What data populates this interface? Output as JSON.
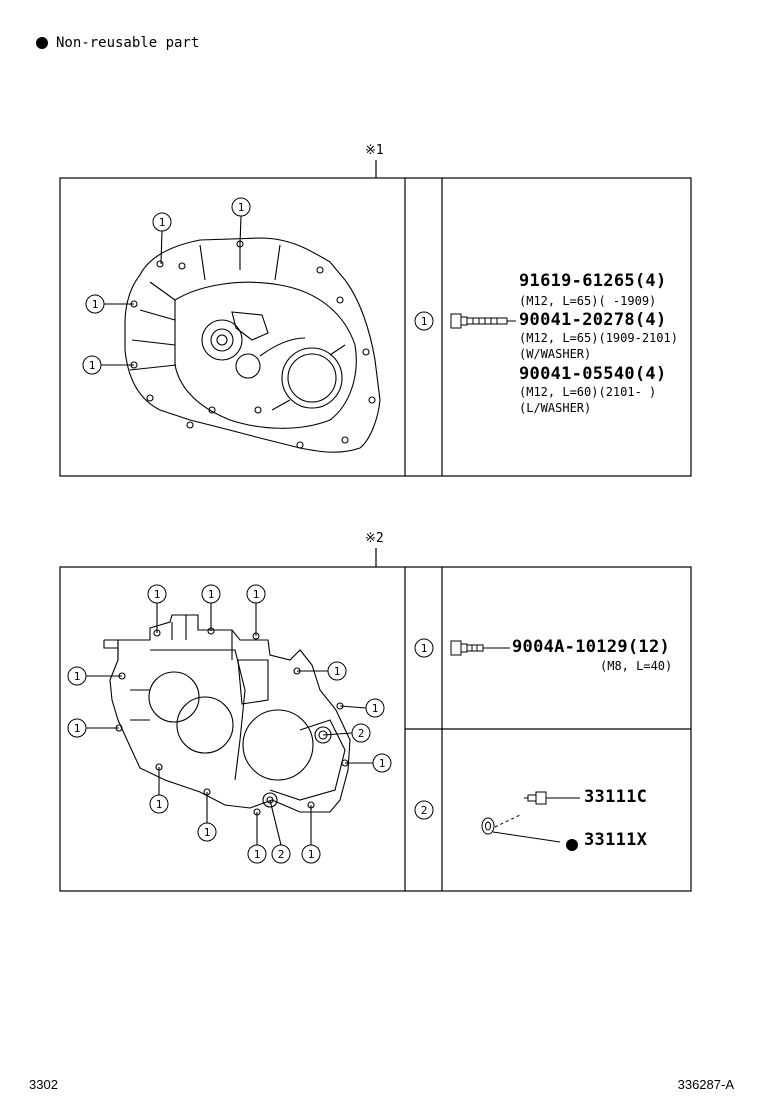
{
  "legend": {
    "label": "Non-reusable part"
  },
  "section1": {
    "marker": "※1",
    "callout": "1",
    "parts": [
      {
        "number": "91619-61265(4)",
        "spec": "(M12, L=65)(      -1909)"
      },
      {
        "number": "90041-20278(4)",
        "spec": "(M12, L=65)(1909-2101)",
        "note": "(W/WASHER)"
      },
      {
        "number": "90041-05540(4)",
        "spec": "(M12, L=60)(2101-      )",
        "note": "(L/WASHER)"
      }
    ]
  },
  "section2": {
    "marker": "※2",
    "rows": [
      {
        "callout": "1",
        "number": "9004A-10129(12)",
        "spec": "(M8, L=40)"
      },
      {
        "callout": "2",
        "parts": [
          {
            "number": "33111C"
          },
          {
            "number": "33111X",
            "non_reusable": true
          }
        ]
      }
    ]
  },
  "footer": {
    "left": "3302",
    "right": "336287-A"
  }
}
